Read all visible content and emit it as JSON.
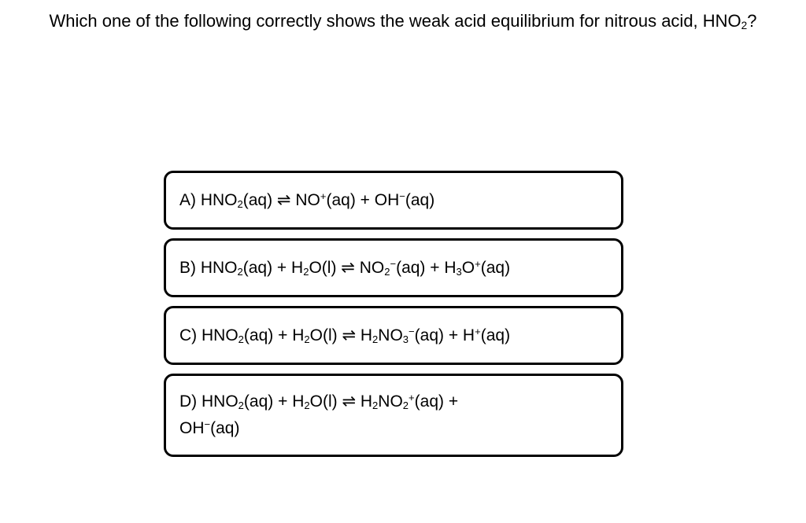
{
  "question": {
    "title": "Which one of the following correctly shows the weak acid equilibrium for nitrous acid, HNO_2?"
  },
  "options": [
    {
      "id": "A",
      "formula": "A) HNO_2(aq) ⇌ NO^+(aq) + OH^−(aq)"
    },
    {
      "id": "B",
      "formula": "B) HNO_2(aq) + H_2O(l) ⇌ NO_2^−(aq) + H_3O^+(aq)"
    },
    {
      "id": "C",
      "formula": "C) HNO_2(aq) + H_2O(l) ⇌ H_2NO_3^−(aq) + H^+(aq)"
    },
    {
      "id": "D",
      "formula": "D) HNO_2(aq) + H_2O(l) ⇌ H_2NO_2^+(aq) +\nOH^−(aq)"
    }
  ],
  "colors": {
    "text": "#000000",
    "border": "#000000",
    "background": "#ffffff"
  }
}
